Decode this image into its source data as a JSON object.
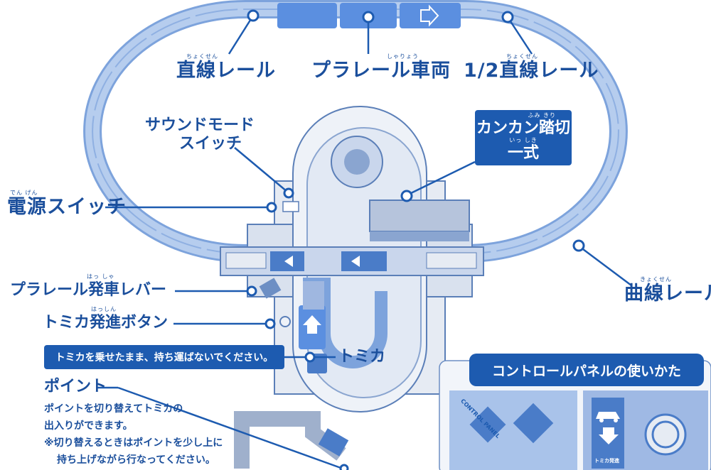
{
  "labels": {
    "straight_rail": "直線レール",
    "straight_rail_ruby": "ちょくせん",
    "plarail_car": "プラレール車両",
    "plarail_car_ruby": "しゃりょう",
    "half_straight_rail": "1/2直線レール",
    "half_straight_rail_ruby": "ちょくせん",
    "sound_mode_switch_line1": "サウンドモード",
    "sound_mode_switch_line2": "スイッチ",
    "crossing_line1": "カンカン踏切",
    "crossing_line1_ruby": "ふみ きり",
    "crossing_line2": "一式",
    "crossing_line2_ruby": "いっ しき",
    "power_switch": "電源スイッチ",
    "power_switch_ruby": "でん げん",
    "curve_rail": "曲線レール",
    "curve_rail_ruby": "きょくせん",
    "start_lever": "プラレール発車レバー",
    "start_lever_ruby": "はっ しゃ",
    "tomica_button": "トミカ発進ボタン",
    "tomica_button_ruby": "はっしん",
    "warning": "トミカを乗せたまま、持ち運ばないでください。",
    "tomica": "トミカ",
    "point": "ポイント",
    "point_desc_1": "ポイントを切り替えてトミカの",
    "point_desc_2": "出入りができます。",
    "point_desc_3": "※切り替えるときはポイントを少し上に",
    "point_desc_4": "持ち上げながら行なってください。",
    "panel_title": "コントロールパネルの使いかた",
    "panel_small_label": "トミカ発進",
    "control_panel_label": "CONTROL PANEL"
  },
  "colors": {
    "accent_blue": "#1d5bb0",
    "text_blue": "#1b4f9c",
    "track_light": "#a9c3ea",
    "track_mid": "#7da3dc",
    "car_blue": "#5b8fe0"
  },
  "icons": [
    "arrow-right-icon",
    "arrow-left-icon",
    "arrow-up-icon",
    "car-icon",
    "down-arrow-icon"
  ]
}
